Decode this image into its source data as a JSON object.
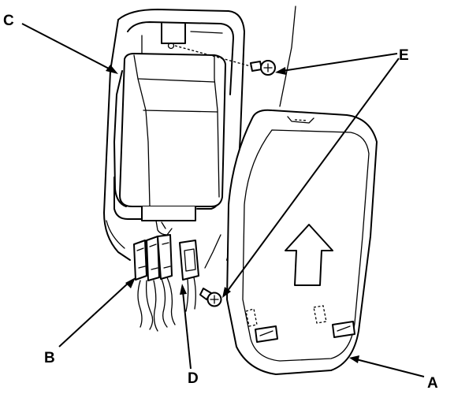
{
  "callouts": [
    {
      "id": "A",
      "label": "A",
      "points_to": "cover"
    },
    {
      "id": "B",
      "label": "B",
      "points_to": "connectors"
    },
    {
      "id": "C",
      "label": "C",
      "points_to": "control-unit"
    },
    {
      "id": "D",
      "label": "D",
      "points_to": "connector"
    },
    {
      "id": "E",
      "label": "E",
      "points_to": "screws"
    }
  ]
}
